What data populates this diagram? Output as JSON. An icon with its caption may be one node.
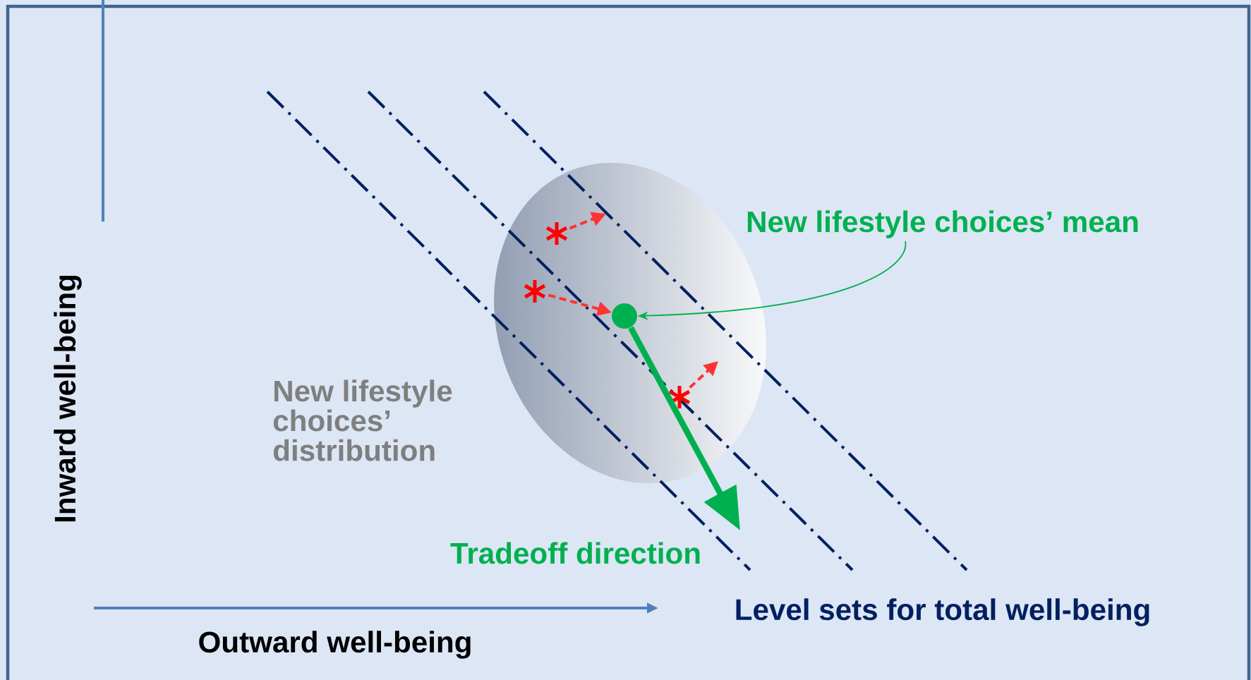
{
  "diagram": {
    "nodes": [
      {
        "text": [
          "New lifestyle choices’ mean"
        ]
      },
      {
        "text": [],
        "shape": "circle"
      },
      {
        "text": [],
        "shape": "asterisk"
      },
      {
        "text": [],
        "shape": "asterisk"
      },
      {
        "text": [],
        "shape": "asterisk"
      }
    ],
    "edges": [
      {
        "from": 0,
        "to": 1,
        "arrow": "to",
        "color": "#00b050"
      },
      {
        "from": 1,
        "to": null,
        "arrow": "to",
        "style": "thick",
        "color": "#00b050"
      },
      {
        "from": 2,
        "to": null,
        "arrow": "to",
        "style": "dashed",
        "color": "#ff3333"
      },
      {
        "from": 3,
        "to": 1,
        "arrow": "to",
        "style": "dashed",
        "color": "#ff3333"
      },
      {
        "from": 4,
        "to": null,
        "arrow": "to",
        "style": "dashed",
        "color": "#ff3333"
      }
    ],
    "labels": [
      "Inward well-being",
      "New lifestyle choices’ distribution",
      "Tradeoff direction",
      "Outward well-being",
      "Level sets for total well-being"
    ]
  }
}
